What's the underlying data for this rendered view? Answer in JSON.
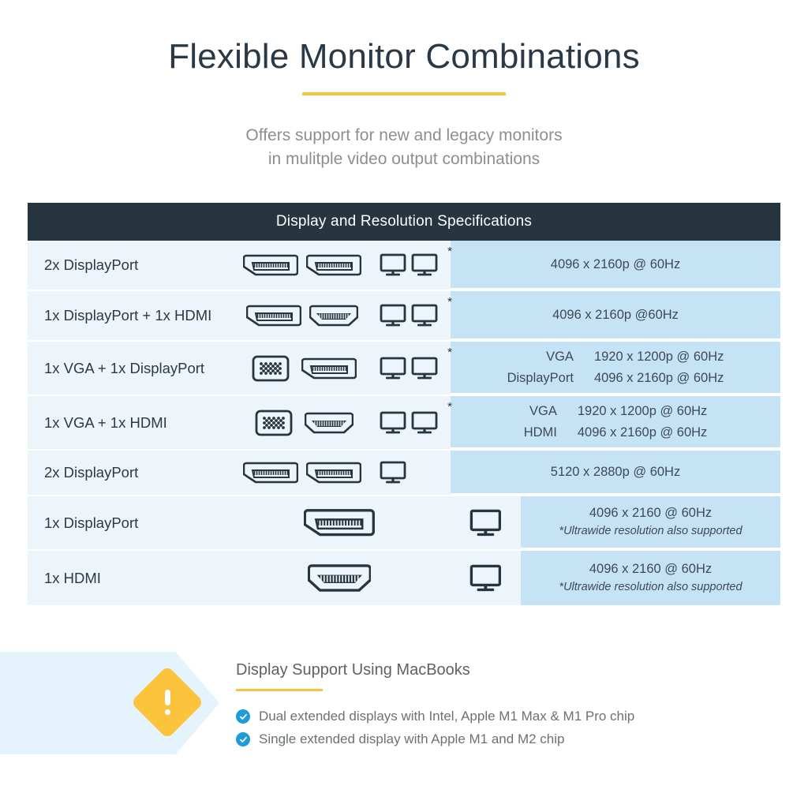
{
  "hero": {
    "title": "Flexible Monitor Combinations",
    "subtitle_line1": "Offers support for new and legacy monitors",
    "subtitle_line2": "in mulitple video output combinations",
    "accent_color": "#fbc43c"
  },
  "table": {
    "header": "Display and Resolution Specifications",
    "header_bg": "#27353f",
    "row_bg": "#edf5fb",
    "resolution_col_bg": "#c6e3f5",
    "rows": [
      {
        "name": "2x DisplayPort",
        "connectors": [
          "displayport",
          "displayport"
        ],
        "monitors": 2,
        "asterisk": "*",
        "resolution": "4096 x 2160p @ 60Hz",
        "labels": [],
        "values": [],
        "note": ""
      },
      {
        "name": "1x DisplayPort + 1x HDMI",
        "connectors": [
          "displayport",
          "hdmi"
        ],
        "monitors": 2,
        "asterisk": "*",
        "resolution": "4096 x 2160p @60Hz",
        "labels": [],
        "values": [],
        "note": ""
      },
      {
        "name": "1x VGA + 1x DisplayPort",
        "connectors": [
          "vga",
          "displayport"
        ],
        "monitors": 2,
        "asterisk": "*",
        "resolution": "",
        "labels": [
          "VGA",
          "DisplayPort"
        ],
        "values": [
          "1920 x 1200p @ 60Hz",
          "4096 x 2160p @ 60Hz"
        ],
        "note": ""
      },
      {
        "name": "1x VGA + 1x HDMI",
        "connectors": [
          "vga",
          "hdmi"
        ],
        "monitors": 2,
        "asterisk": "*",
        "resolution": "",
        "labels": [
          "VGA",
          "HDMI"
        ],
        "values": [
          "1920 x 1200p @ 60Hz",
          "4096 x 2160p @ 60Hz"
        ],
        "note": ""
      },
      {
        "name": "2x DisplayPort",
        "connectors": [
          "displayport",
          "displayport"
        ],
        "monitors": 1,
        "asterisk": "",
        "resolution": "5120 x 2880p @ 60Hz",
        "labels": [],
        "values": [],
        "note": ""
      },
      {
        "name": "1x DisplayPort",
        "connectors": [
          "displayport-large"
        ],
        "monitors": 1,
        "asterisk": "",
        "resolution": "4096 x 2160 @ 60Hz",
        "labels": [],
        "values": [],
        "note": "*Ultrawide resolution also supported"
      },
      {
        "name": "1x HDMI",
        "connectors": [
          "hdmi-large"
        ],
        "monitors": 1,
        "asterisk": "",
        "resolution": "4096 x 2160 @ 60Hz",
        "labels": [],
        "values": [],
        "note": "*Ultrawide resolution also supported"
      }
    ]
  },
  "callout": {
    "title": "Display Support Using MacBooks",
    "band_color": "#e4f3fc",
    "icon_color": "#fbc43c",
    "check_color": "#1f9bd8",
    "bullets": [
      "Dual extended displays with Intel, Apple M1 Max & M1 Pro chip",
      "Single extended display with Apple M1 and M2 chip"
    ]
  }
}
